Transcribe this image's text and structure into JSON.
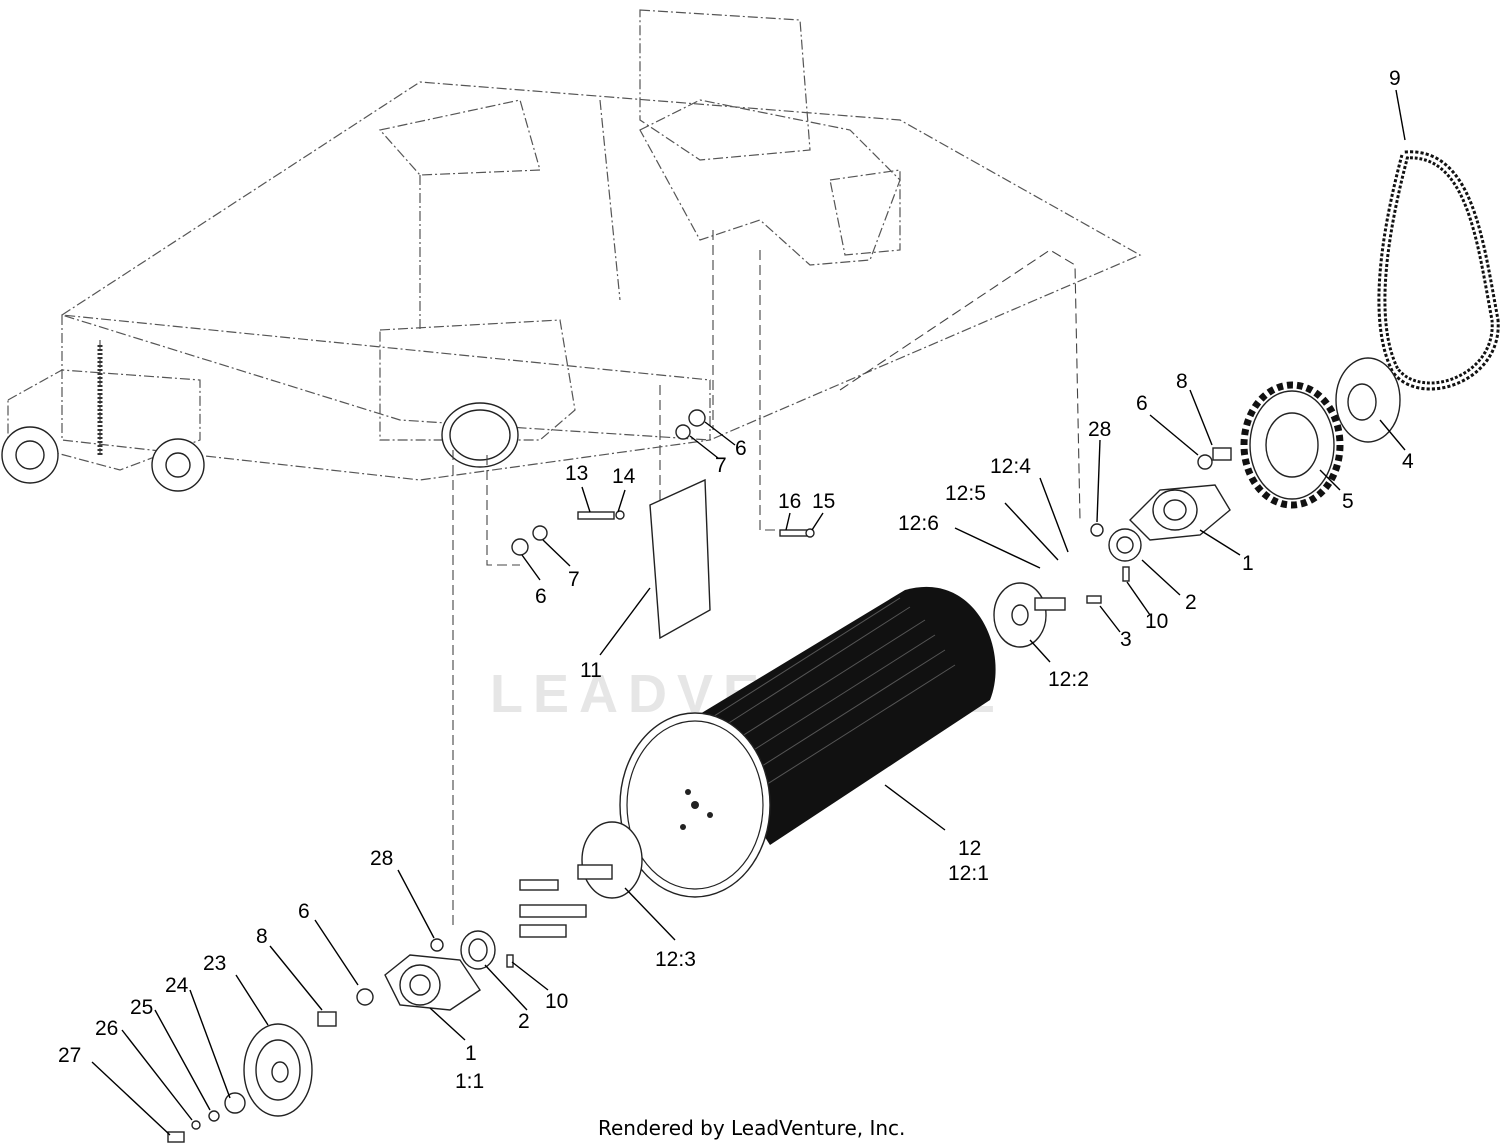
{
  "diagram": {
    "footer": "Rendered by LeadVenture, Inc.",
    "watermark": "LEADVENTURE",
    "callouts": [
      {
        "id": "c9",
        "label": "9"
      },
      {
        "id": "c8-top",
        "label": "8"
      },
      {
        "id": "c6-top",
        "label": "6"
      },
      {
        "id": "c28-top",
        "label": "28"
      },
      {
        "id": "c12-4",
        "label": "12:4"
      },
      {
        "id": "c12-5",
        "label": "12:5"
      },
      {
        "id": "c12-6",
        "label": "12:6"
      },
      {
        "id": "c4",
        "label": "4"
      },
      {
        "id": "c5",
        "label": "5"
      },
      {
        "id": "c1-top",
        "label": "1"
      },
      {
        "id": "c2-top",
        "label": "2"
      },
      {
        "id": "c10-top",
        "label": "10"
      },
      {
        "id": "c3",
        "label": "3"
      },
      {
        "id": "c12-2",
        "label": "12:2"
      },
      {
        "id": "c6-mid",
        "label": "6"
      },
      {
        "id": "c7-mid",
        "label": "7"
      },
      {
        "id": "c13",
        "label": "13"
      },
      {
        "id": "c14",
        "label": "14"
      },
      {
        "id": "c16",
        "label": "16"
      },
      {
        "id": "c15",
        "label": "15"
      },
      {
        "id": "c6-left",
        "label": "6"
      },
      {
        "id": "c7-left",
        "label": "7"
      },
      {
        "id": "c11",
        "label": "11"
      },
      {
        "id": "c12",
        "label": "12"
      },
      {
        "id": "c12-1",
        "label": "12:1"
      },
      {
        "id": "c12-3",
        "label": "12:3"
      },
      {
        "id": "c28-bot",
        "label": "28"
      },
      {
        "id": "c6-bot",
        "label": "6"
      },
      {
        "id": "c8-bot",
        "label": "8"
      },
      {
        "id": "c23",
        "label": "23"
      },
      {
        "id": "c24",
        "label": "24"
      },
      {
        "id": "c25",
        "label": "25"
      },
      {
        "id": "c26",
        "label": "26"
      },
      {
        "id": "c27",
        "label": "27"
      },
      {
        "id": "c2-bot",
        "label": "2"
      },
      {
        "id": "c10-bot",
        "label": "10"
      },
      {
        "id": "c1-bot",
        "label": "1"
      },
      {
        "id": "c1-1",
        "label": "1:1"
      }
    ]
  }
}
